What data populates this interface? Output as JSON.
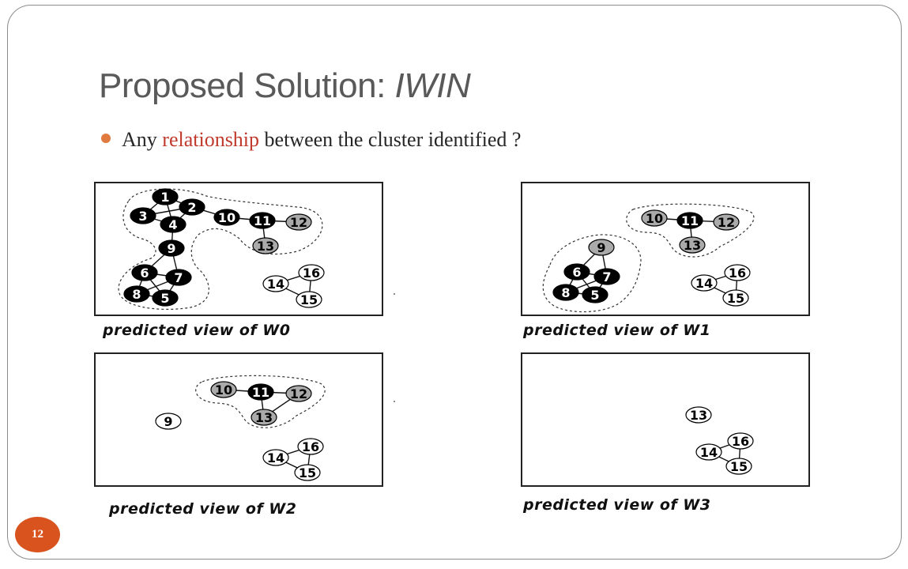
{
  "slide": {
    "title_main": "Proposed Solution: ",
    "title_italic": "IWIN",
    "bullet_before": "Any ",
    "bullet_highlight": "relationship",
    "bullet_after": " between the cluster identified ?",
    "page_number": "12",
    "colors": {
      "accent": "#d9531e",
      "highlight": "#c0392b",
      "title": "#595959"
    }
  },
  "panels": [
    {
      "id": "w0",
      "caption": "predicted view of W0",
      "nodes": [
        {
          "id": "1",
          "style": "black"
        },
        {
          "id": "2",
          "style": "black"
        },
        {
          "id": "3",
          "style": "black"
        },
        {
          "id": "4",
          "style": "black"
        },
        {
          "id": "10",
          "style": "black"
        },
        {
          "id": "11",
          "style": "black"
        },
        {
          "id": "12",
          "style": "gray"
        },
        {
          "id": "13",
          "style": "gray"
        },
        {
          "id": "9",
          "style": "black"
        },
        {
          "id": "6",
          "style": "black"
        },
        {
          "id": "7",
          "style": "black"
        },
        {
          "id": "8",
          "style": "black"
        },
        {
          "id": "5",
          "style": "black"
        },
        {
          "id": "14",
          "style": "white"
        },
        {
          "id": "16",
          "style": "white"
        },
        {
          "id": "15",
          "style": "white"
        }
      ],
      "edges": [
        [
          "1",
          "2"
        ],
        [
          "1",
          "3"
        ],
        [
          "1",
          "4"
        ],
        [
          "2",
          "3"
        ],
        [
          "2",
          "4"
        ],
        [
          "3",
          "4"
        ],
        [
          "2",
          "10"
        ],
        [
          "10",
          "11"
        ],
        [
          "11",
          "12"
        ],
        [
          "11",
          "13"
        ],
        [
          "4",
          "9"
        ],
        [
          "9",
          "6"
        ],
        [
          "9",
          "7"
        ],
        [
          "6",
          "7"
        ],
        [
          "6",
          "8"
        ],
        [
          "6",
          "5"
        ],
        [
          "7",
          "8"
        ],
        [
          "7",
          "5"
        ],
        [
          "8",
          "5"
        ],
        [
          "14",
          "16"
        ],
        [
          "14",
          "15"
        ],
        [
          "16",
          "15"
        ]
      ]
    },
    {
      "id": "w1",
      "caption": "predicted view of W1",
      "nodes": [
        {
          "id": "10",
          "style": "gray"
        },
        {
          "id": "11",
          "style": "black"
        },
        {
          "id": "12",
          "style": "gray"
        },
        {
          "id": "13",
          "style": "gray"
        },
        {
          "id": "9",
          "style": "gray"
        },
        {
          "id": "6",
          "style": "black"
        },
        {
          "id": "7",
          "style": "black"
        },
        {
          "id": "8",
          "style": "black"
        },
        {
          "id": "5",
          "style": "black"
        },
        {
          "id": "14",
          "style": "white"
        },
        {
          "id": "16",
          "style": "white"
        },
        {
          "id": "15",
          "style": "white"
        }
      ],
      "edges": [
        [
          "10",
          "11"
        ],
        [
          "11",
          "12"
        ],
        [
          "11",
          "13"
        ],
        [
          "9",
          "6"
        ],
        [
          "9",
          "7"
        ],
        [
          "6",
          "7"
        ],
        [
          "6",
          "8"
        ],
        [
          "6",
          "5"
        ],
        [
          "7",
          "8"
        ],
        [
          "7",
          "5"
        ],
        [
          "8",
          "5"
        ],
        [
          "14",
          "16"
        ],
        [
          "14",
          "15"
        ],
        [
          "16",
          "15"
        ]
      ]
    },
    {
      "id": "w2",
      "caption": "predicted view of W2",
      "nodes": [
        {
          "id": "10",
          "style": "gray"
        },
        {
          "id": "11",
          "style": "black"
        },
        {
          "id": "12",
          "style": "gray"
        },
        {
          "id": "13",
          "style": "gray"
        },
        {
          "id": "9",
          "style": "white"
        },
        {
          "id": "14",
          "style": "white"
        },
        {
          "id": "16",
          "style": "white"
        },
        {
          "id": "15",
          "style": "white"
        }
      ],
      "edges": [
        [
          "10",
          "11"
        ],
        [
          "11",
          "12"
        ],
        [
          "11",
          "13"
        ],
        [
          "12",
          "13"
        ],
        [
          "14",
          "16"
        ],
        [
          "14",
          "15"
        ],
        [
          "16",
          "15"
        ]
      ]
    },
    {
      "id": "w3",
      "caption": "predicted view of W3",
      "nodes": [
        {
          "id": "13",
          "style": "white"
        },
        {
          "id": "14",
          "style": "white"
        },
        {
          "id": "16",
          "style": "white"
        },
        {
          "id": "15",
          "style": "white"
        }
      ],
      "edges": [
        [
          "14",
          "16"
        ],
        [
          "14",
          "15"
        ],
        [
          "16",
          "15"
        ]
      ]
    }
  ]
}
